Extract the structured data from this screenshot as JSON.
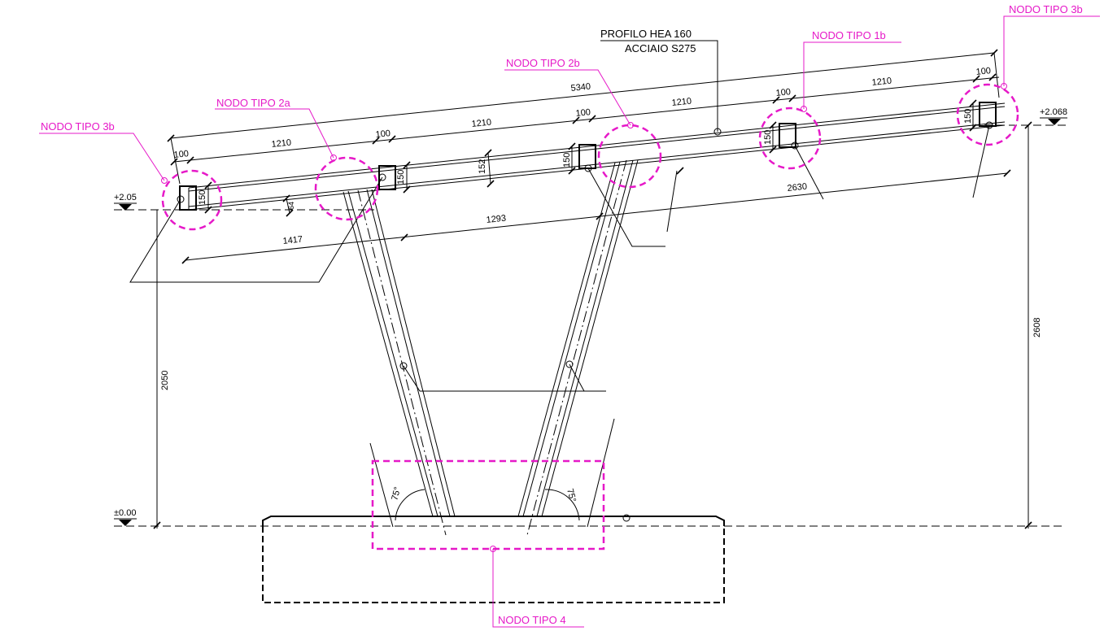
{
  "drawing": {
    "profile_label": "PROFILO HEA 160",
    "steel_label": "ACCIAIO S275"
  },
  "nodes": {
    "n3b_left": "NODO TIPO 3b",
    "n2a": "NODO TIPO 2a",
    "n2b": "NODO TIPO 2b",
    "n1b": "NODO TIPO 1b",
    "n3b_right": "NODO TIPO 3b",
    "n4": "NODO TIPO 4"
  },
  "levels": {
    "left": "+2.05",
    "right": "+2.068",
    "ground": "±0.00"
  },
  "dimensions": {
    "total_top": "5340",
    "span_1": "1210",
    "span_2": "1210",
    "span_3": "1210",
    "span_4": "1210",
    "purlin_w1": "100",
    "purlin_w2": "100",
    "purlin_w3": "100",
    "purlin_w4": "100",
    "purlin_w5": "100",
    "purlin_h1": "150",
    "purlin_h2": "150",
    "purlin_h3": "150",
    "purlin_h4": "150",
    "purlin_h5": "150",
    "beam_depth": "152",
    "small_offset": "64",
    "overhang_left": "1417",
    "between_legs": "1293",
    "overhang_right": "2630",
    "height_left": "2050",
    "height_right": "2608",
    "angle_left": "75°",
    "angle_right": "75°"
  }
}
